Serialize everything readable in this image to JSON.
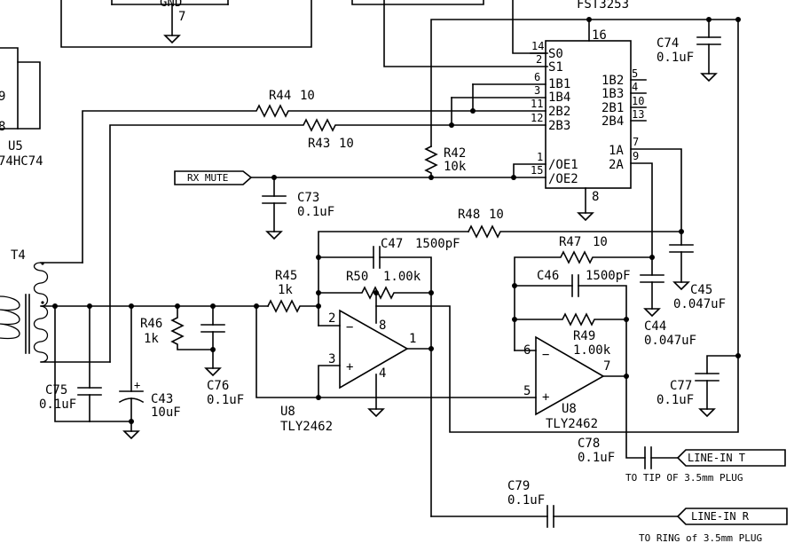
{
  "fst3253": {
    "name": "FST3253",
    "pin_vcc": "16",
    "pin_gnd": "8",
    "pin_left": [
      {
        "num": "14",
        "name": "S0"
      },
      {
        "num": "2",
        "name": "S1"
      },
      {
        "num": "6",
        "name": "1B1"
      },
      {
        "num": "3",
        "name": "1B4"
      },
      {
        "num": "11",
        "name": "2B2"
      },
      {
        "num": "12",
        "name": "2B3"
      },
      {
        "num": "1",
        "name": "/OE1"
      },
      {
        "num": "15",
        "name": "/OE2"
      }
    ],
    "pin_right": [
      {
        "num": "5",
        "name": "1B2"
      },
      {
        "num": "4",
        "name": "1B3"
      },
      {
        "num": "10",
        "name": "2B1"
      },
      {
        "num": "13",
        "name": "2B4"
      },
      {
        "num": "7",
        "name": "1A"
      },
      {
        "num": "9",
        "name": "2A"
      }
    ]
  },
  "top_chip": {
    "gnd_label": "GND",
    "gnd_pin": "7"
  },
  "u5": {
    "pin_a": "9",
    "pin_b": "8",
    "ref": "U5",
    "part": "74HC74"
  },
  "t4": {
    "ref": "T4"
  },
  "u8a": {
    "pin_inv": "2",
    "pin_noninv": "3",
    "pin_out": "1",
    "pin_vcc": "8",
    "pin_gnd": "4",
    "ref": "U8",
    "part": "TLY2462"
  },
  "u8b": {
    "pin_inv": "6",
    "pin_noninv": "5",
    "pin_out": "7",
    "ref": "U8",
    "part": "TLY2462"
  },
  "components": {
    "r44": {
      "ref": "R44",
      "value": "10"
    },
    "r43": {
      "ref": "R43",
      "value": "10"
    },
    "r42": {
      "ref": "R42",
      "value": "10k"
    },
    "r48": {
      "ref": "R48",
      "value": "10"
    },
    "r47": {
      "ref": "R47",
      "value": "10"
    },
    "r45": {
      "ref": "R45",
      "value": "1k"
    },
    "r50": {
      "ref": "R50",
      "value": "1.00k"
    },
    "r46": {
      "ref": "R46",
      "value": "1k"
    },
    "r49": {
      "ref": "R49",
      "value": "1.00k"
    },
    "c74": {
      "ref": "C74",
      "value": "0.1uF"
    },
    "c73": {
      "ref": "C73",
      "value": "0.1uF"
    },
    "c47": {
      "ref": "C47",
      "value": "1500pF"
    },
    "c46": {
      "ref": "C46",
      "value": "1500pF"
    },
    "c45": {
      "ref": "C45",
      "value": "0.047uF"
    },
    "c44": {
      "ref": "C44",
      "value": "0.047uF"
    },
    "c75": {
      "ref": "C75",
      "value": "0.1uF"
    },
    "c43": {
      "ref": "C43",
      "value": "10uF"
    },
    "c76": {
      "ref": "C76",
      "value": "0.1uF"
    },
    "c77": {
      "ref": "C77",
      "value": "0.1uF"
    },
    "c78": {
      "ref": "C78",
      "value": "0.1uF"
    },
    "c79": {
      "ref": "C79",
      "value": "0.1uF"
    }
  },
  "nets": {
    "rx_mute": "RX MUTE",
    "line_in_t": "LINE-IN T",
    "line_in_r": "LINE-IN R"
  },
  "notes": {
    "tip": "TO TIP OF 3.5mm PLUG",
    "ring": "TO RING of 3.5mm PLUG"
  },
  "symbols": {
    "polarity_plus": "+",
    "opamp_minus": "−",
    "opamp_plus": "+"
  }
}
